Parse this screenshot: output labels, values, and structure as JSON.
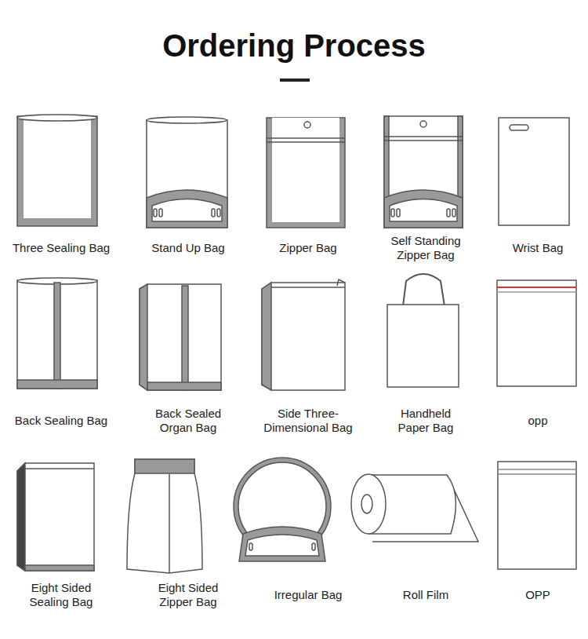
{
  "diagram": {
    "title": "Ordering Process",
    "labels": [
      "Three Sealing Bag",
      "Stand Up Bag",
      "Zipper Bag",
      "Self Standing Zipper Bag",
      "Wrist Bag",
      "Back Sealing Bag",
      "Back Sealed Organ Bag",
      "Side Three- Dimensional Bag",
      "Handheld Paper Bag",
      "opp",
      "Eight Sided Sealing Bag",
      "Eight Sided Zipper Bag",
      "Irregular Bag",
      "Roll Film",
      "OPP"
    ]
  }
}
